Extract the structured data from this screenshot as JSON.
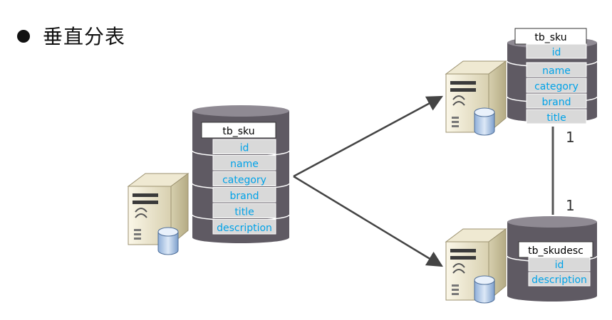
{
  "heading": "垂直分表",
  "source_table": {
    "name": "tb_sku",
    "fields": [
      "id",
      "name",
      "category",
      "brand",
      "title",
      "description"
    ]
  },
  "target_table_1": {
    "name": "tb_sku",
    "fields": [
      "id",
      "name",
      "category",
      "brand",
      "title"
    ]
  },
  "target_table_2": {
    "name": "tb_skudesc",
    "fields": [
      "id",
      "description"
    ]
  },
  "relation": {
    "left": "1",
    "right": "1"
  },
  "icons": [
    "server-icon",
    "database-icon",
    "arrow-icon"
  ],
  "colors": {
    "field_text": "#00a2e8",
    "cylinder_body": "#5f5a63",
    "cylinder_top": "#8f8a93",
    "field_bg": "#d9d9d9"
  }
}
